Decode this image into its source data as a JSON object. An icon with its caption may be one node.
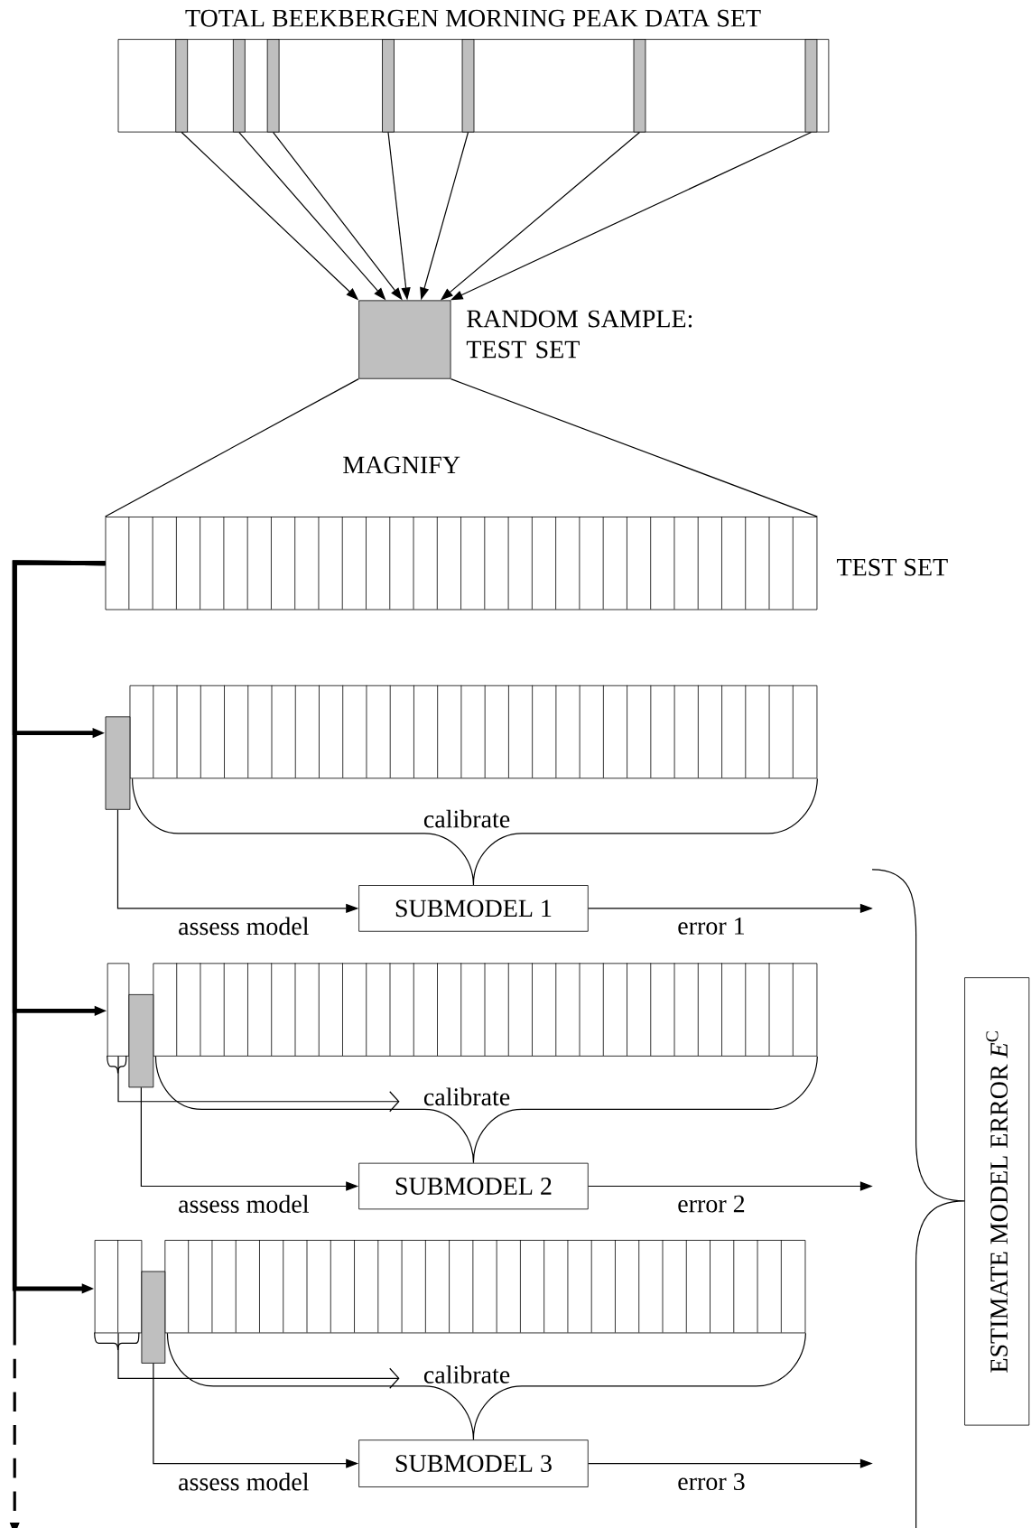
{
  "diagram": {
    "nodes": [
      {
        "text": [
          "TOTAL BEEKBERGEN MORNING PEAK DATA SET"
        ]
      },
      {
        "text": [],
        "shape": "bar",
        "in": 0
      },
      {
        "text": [],
        "shape": "bar",
        "in": 0
      },
      {
        "text": [],
        "shape": "bar",
        "in": 0
      },
      {
        "text": [],
        "shape": "bar",
        "in": 0
      },
      {
        "text": [],
        "shape": "bar",
        "in": 0
      },
      {
        "text": [],
        "shape": "bar",
        "in": 0
      },
      {
        "text": [],
        "shape": "bar",
        "in": 0
      },
      {
        "text": [],
        "shape": "box",
        "beside": [
          "RANDOM SAMPLE: TEST SET"
        ]
      },
      {
        "text": [],
        "shape": "box",
        "beside": [
          "TEST SET"
        ]
      },
      {
        "text": [],
        "shape": "box"
      },
      {
        "text": [],
        "shape": "box"
      },
      {
        "text": [
          "SUBMODEL 1"
        ]
      },
      {
        "text": [],
        "shape": "box"
      },
      {
        "text": [],
        "shape": "box"
      },
      {
        "text": [],
        "shape": "box"
      },
      {
        "text": [
          "SUBMODEL 2"
        ]
      },
      {
        "text": [],
        "shape": "box"
      },
      {
        "text": [],
        "shape": "box"
      },
      {
        "text": [],
        "shape": "box"
      },
      {
        "text": [
          "SUBMODEL 3"
        ]
      },
      {
        "text": [
          "ESTIMATE MODEL ERROR *E*$^{C}$"
        ]
      }
    ],
    "edges": [
      {
        "from": 1,
        "to": 8,
        "arrow": "to"
      },
      {
        "from": 2,
        "to": 8,
        "arrow": "to"
      },
      {
        "from": 3,
        "to": 8,
        "arrow": "to"
      },
      {
        "from": 4,
        "to": 8,
        "arrow": "to"
      },
      {
        "from": 5,
        "to": 8,
        "arrow": "to"
      },
      {
        "from": 6,
        "to": 8,
        "arrow": "to"
      },
      {
        "from": 7,
        "to": 8,
        "arrow": "to"
      },
      {
        "from": 8,
        "to": 9,
        "arrow": "none"
      },
      {
        "from": 8,
        "to": 9,
        "arrow": "none"
      },
      {
        "from": 9,
        "to": 11,
        "arrow": "to",
        "style": "thick"
      },
      {
        "from": 9,
        "to": 13,
        "arrow": "to",
        "style": "thick"
      },
      {
        "from": 9,
        "to": 17,
        "arrow": "to",
        "style": "thick"
      },
      {
        "from": 9,
        "to": null,
        "arrow": "to",
        "style": "dashed"
      },
      {
        "from": 10,
        "to": 12,
        "arrow": "none",
        "label": "calibrate"
      },
      {
        "from": 11,
        "to": 12,
        "arrow": "to",
        "label": "assess model"
      },
      {
        "from": 12,
        "to": 21,
        "arrow": "to",
        "label": "error 1"
      },
      {
        "from": 14,
        "to": 16,
        "arrow": "none",
        "label": "calibrate"
      },
      {
        "from": 13,
        "to": null,
        "arrow": "to"
      },
      {
        "from": 15,
        "to": 16,
        "arrow": "to",
        "label": "assess model"
      },
      {
        "from": 16,
        "to": 21,
        "arrow": "to",
        "label": "error 2"
      },
      {
        "from": 18,
        "to": 20,
        "arrow": "none",
        "label": "calibrate"
      },
      {
        "from": 17,
        "to": null,
        "arrow": "to"
      },
      {
        "from": 19,
        "to": 20,
        "arrow": "to",
        "label": "assess model"
      },
      {
        "from": 20,
        "to": 21,
        "arrow": "to",
        "label": "error 3"
      }
    ],
    "labels": [
      "MAGNIFY"
    ]
  }
}
